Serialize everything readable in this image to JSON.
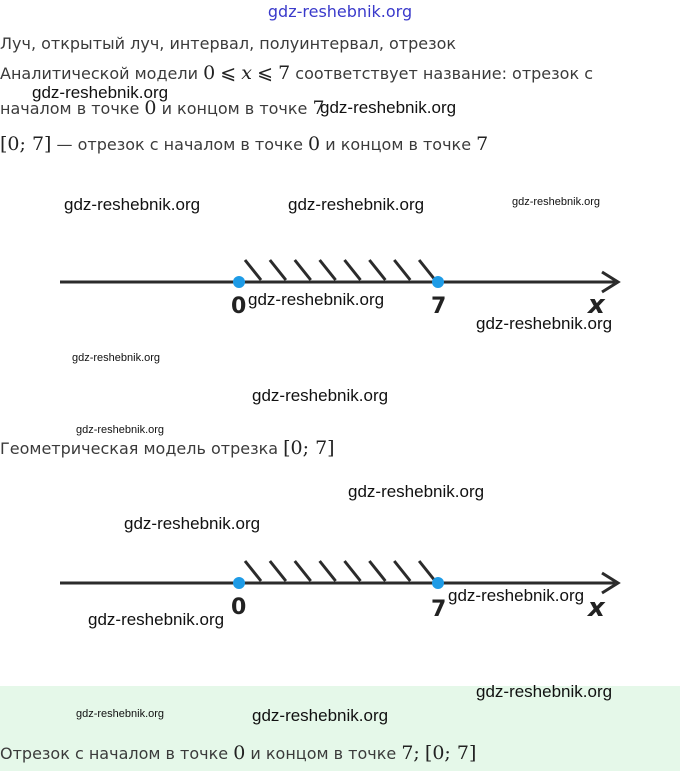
{
  "site": {
    "link": "gdz-reshebnik.org"
  },
  "heading": "Луч, открытый луч, интервал, полуинтервал, отрезок",
  "analytic": {
    "prefix": "Аналитической модели",
    "lower": "0",
    "rel": "⩽",
    "var": "x",
    "upper": "7",
    "suffix": "соответствует название: отрезок с",
    "line2_text": "началом в точке",
    "start": "0",
    "mid": "и концом в точке",
    "end": "7"
  },
  "notation_line": {
    "interval": "[0;  7]",
    "text": "— отрезок с началом в точке",
    "start": "0",
    "mid": "и концом в точке",
    "end": "7"
  },
  "geometric_caption": {
    "text": "Геометрическая модель отрезка",
    "interval": "[0;  7]"
  },
  "answer": {
    "text": "Отрезок с началом в точке",
    "start": "0",
    "mid": "и концом в точке",
    "end": "7;",
    "interval": "[0;  7]"
  },
  "number_lines": [
    {
      "start_label": "0",
      "end_label": "7",
      "axis_label": "x",
      "start": 0,
      "end": 7,
      "hatch_count": 8
    },
    {
      "start_label": "0",
      "end_label": "7",
      "axis_label": "x",
      "start": 0,
      "end": 7,
      "hatch_count": 8
    }
  ],
  "watermark": "gdz-reshebnik.org",
  "colors": {
    "link": "#3a3acb",
    "text": "#3b3b3b",
    "point": "#1e9be6",
    "axis": "#2b2b2b",
    "answer_bg": "#e5f8e9"
  }
}
